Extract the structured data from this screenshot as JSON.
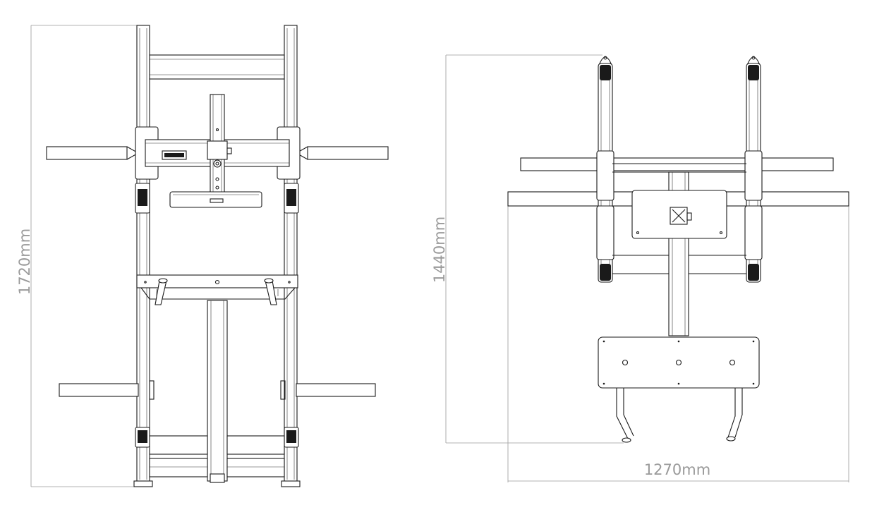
{
  "dimensions": {
    "front_height": "1720mm",
    "side_height": "1440mm",
    "side_width": "1270mm"
  },
  "colors": {
    "line": "#1a1a1a",
    "dimension": "#9a9a9a",
    "background": "#ffffff"
  }
}
